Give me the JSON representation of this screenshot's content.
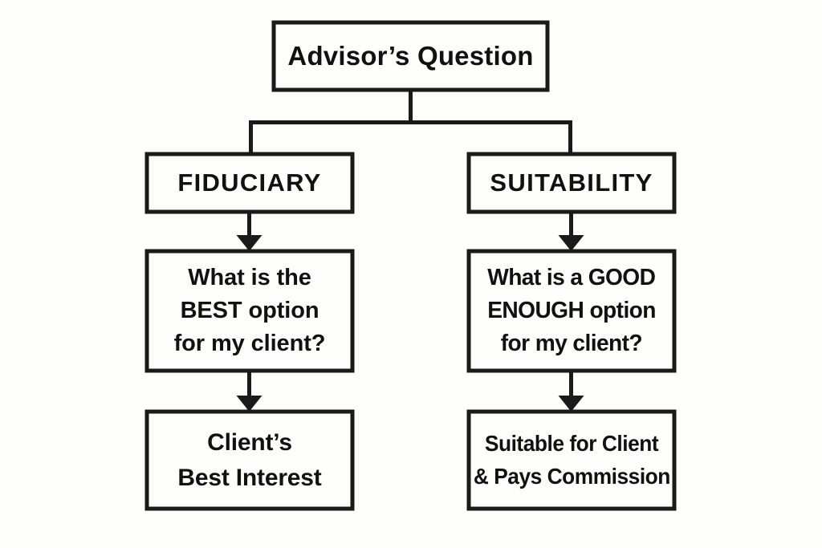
{
  "diagram": {
    "type": "flowchart",
    "title": "Advisor's Question decision flow",
    "background_color": "#fefefc",
    "stroke_color": "#1a1a1a",
    "text_color": "#111111",
    "root": {
      "label": "Advisor’s Question"
    },
    "branches": [
      {
        "key": "fiduciary",
        "category_label": "FIDUCIARY",
        "question_lines": [
          "What is the",
          "BEST option",
          "for my client?"
        ],
        "outcome_lines": [
          "Client’s",
          "Best Interest"
        ]
      },
      {
        "key": "suitability",
        "category_label": "SUITABILITY",
        "question_lines": [
          "What is a GOOD",
          "ENOUGH option",
          "for my client?"
        ],
        "outcome_lines": [
          "Suitable for Client",
          "& Pays Commission"
        ]
      }
    ]
  }
}
